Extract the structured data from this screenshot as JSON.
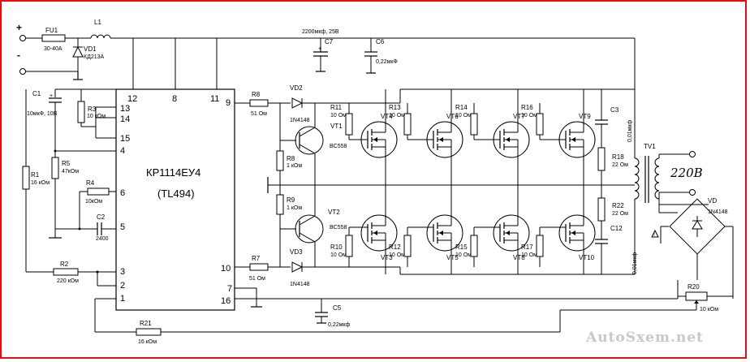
{
  "power": {
    "plus": "+",
    "minus": "-"
  },
  "parts": {
    "fu1": "FU1",
    "fu1_val": "30-40A",
    "l1": "L1",
    "vd1": "VD1",
    "vd1_val": "КД213А",
    "c7_val": "2200мкф, 25В",
    "c7": "C7",
    "c6": "C6",
    "c6_val": "0,22мкФ",
    "c1": "C1",
    "c1_val": "10мкФ, 10В",
    "r3": "R3",
    "r3_val": "10 кОм",
    "r5": "R5",
    "r5_val": "47кОм",
    "r4": "R4",
    "r4_val": "10кОм",
    "c2": "C2",
    "c2_val": "2400",
    "r1": "R1",
    "r1_val": "16 кОм",
    "r2": "R2",
    "r2_val": "220 кОм",
    "r21": "R21",
    "r21_val": "16 кОм",
    "ic_name": "КР1114ЕУ4",
    "ic_alt": "(TL494)",
    "r8": "R8",
    "r8_val": "51 Ом",
    "r7": "R7",
    "r7_val": "51 Ом",
    "vd2": "VD2",
    "vd2_val": "1N4148",
    "vd3": "VD3",
    "vd3_val": "1N4148",
    "vt1": "VT1",
    "vt1_val": "BC558",
    "vt2": "VT2",
    "vt2_val": "BC558",
    "r8b": "R8",
    "r8b_val": "1 кОм",
    "r9": "R9",
    "r9_val": "1 кОм",
    "r11": "R11",
    "r11_val": "10 Ом",
    "r13": "R13",
    "r13_val": "10 Ом",
    "r14": "R14",
    "r14_val": "10 Ом",
    "r16": "R16",
    "r16_val": "10 Ом",
    "r10": "R10",
    "r10_val": "10 Ом",
    "r12": "R12",
    "r12_val": "10 Ом",
    "r15": "R15",
    "r15_val": "10 Ом",
    "r17": "R17",
    "r17_val": "10 Ом",
    "vt4": "VT4",
    "vt6": "VT6",
    "vt7": "VT7",
    "vt9": "VT9",
    "vt3": "VT3",
    "vt5": "VT5",
    "vt8": "VT8",
    "vt10": "VT10",
    "c3": "C3",
    "c3_val": "0,01мкф",
    "c12": "C12",
    "c12_val": "0,01мкф",
    "r18": "R18",
    "r18_val": "22 Ом",
    "r22": "R22",
    "r22_val": "22 Ом",
    "tv1": "TV1",
    "out_voltage": "220В",
    "vd": "VD",
    "vd_val": "1N4148",
    "r20": "R20",
    "r20_val": "10 кОм",
    "c5": "C5",
    "c5_val": "0,22мкф"
  },
  "pins": {
    "p12": "12",
    "p8": "8",
    "p11": "11",
    "p9": "9",
    "p13": "13",
    "p14": "14",
    "p15": "15",
    "p4": "4",
    "p6": "6",
    "p5": "5",
    "p3": "3",
    "p2": "2",
    "p1": "1",
    "p10": "10",
    "p7": "7",
    "p16": "16"
  },
  "watermark": "AutoSxem.net"
}
